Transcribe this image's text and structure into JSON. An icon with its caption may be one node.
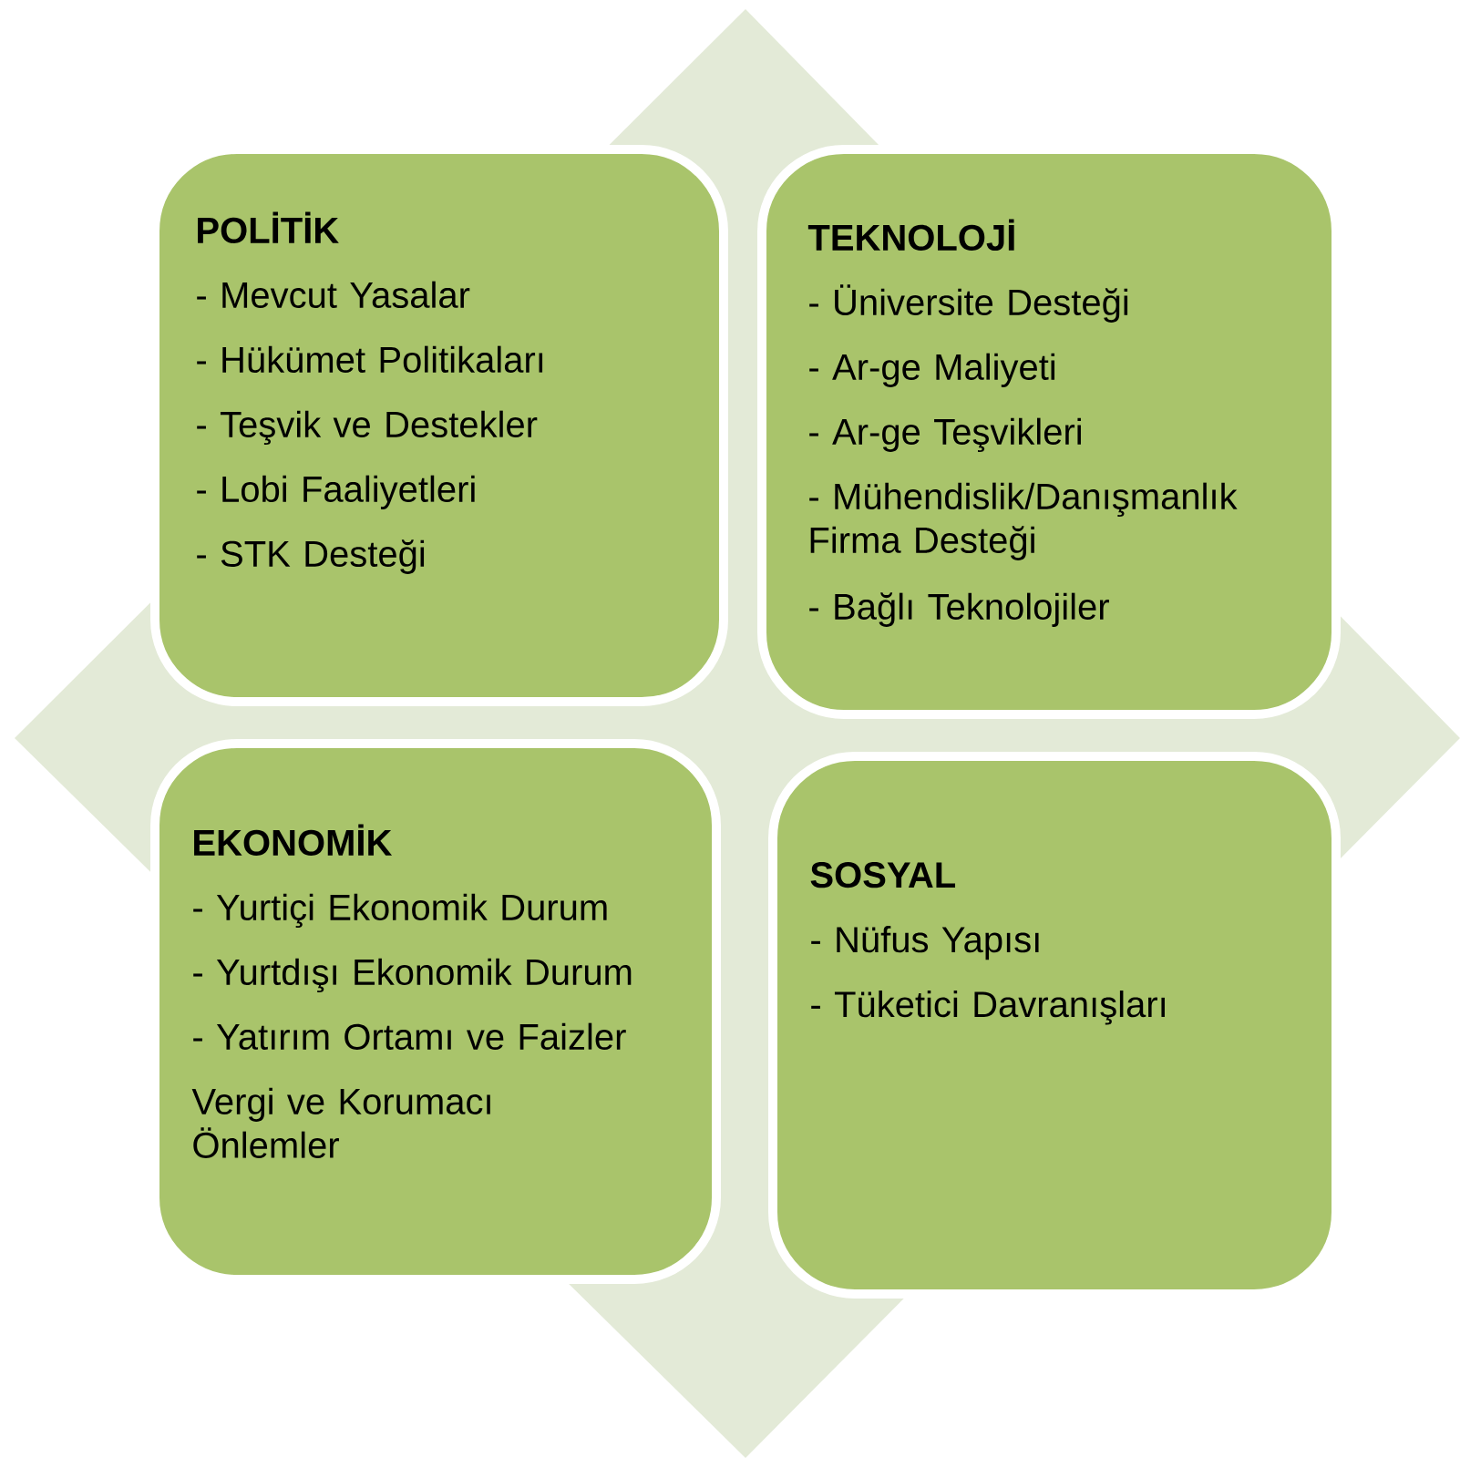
{
  "diagram": {
    "nodes": [
      {
        "text": [
          "POLİTİK",
          "- Mevcut Yasalar",
          "- Hükümet Politikaları",
          "- Teşvik ve Destekler",
          "- Lobi Faaliyetleri",
          "- STK Desteği"
        ]
      },
      {
        "text": [
          "TEKNOLOJİ",
          "- Üniversite Desteği",
          "- Ar-ge Maliyeti",
          "- Ar-ge Teşvikleri",
          "- Mühendislik/Danışmanlık Firma Desteği",
          "- Bağlı Teknolojiler"
        ]
      },
      {
        "text": [
          "EKONOMİK",
          "- Yurtiçi Ekonomik Durum",
          "- Yurtdışı Ekonomik Durum",
          "- Yatırım Ortamı ve Faizler",
          "Vergi ve Korumacı Önlemler"
        ]
      },
      {
        "text": [
          "SOSYAL",
          "- Nüfus Yapısı",
          "- Tüketici Davranışları"
        ]
      }
    ]
  }
}
